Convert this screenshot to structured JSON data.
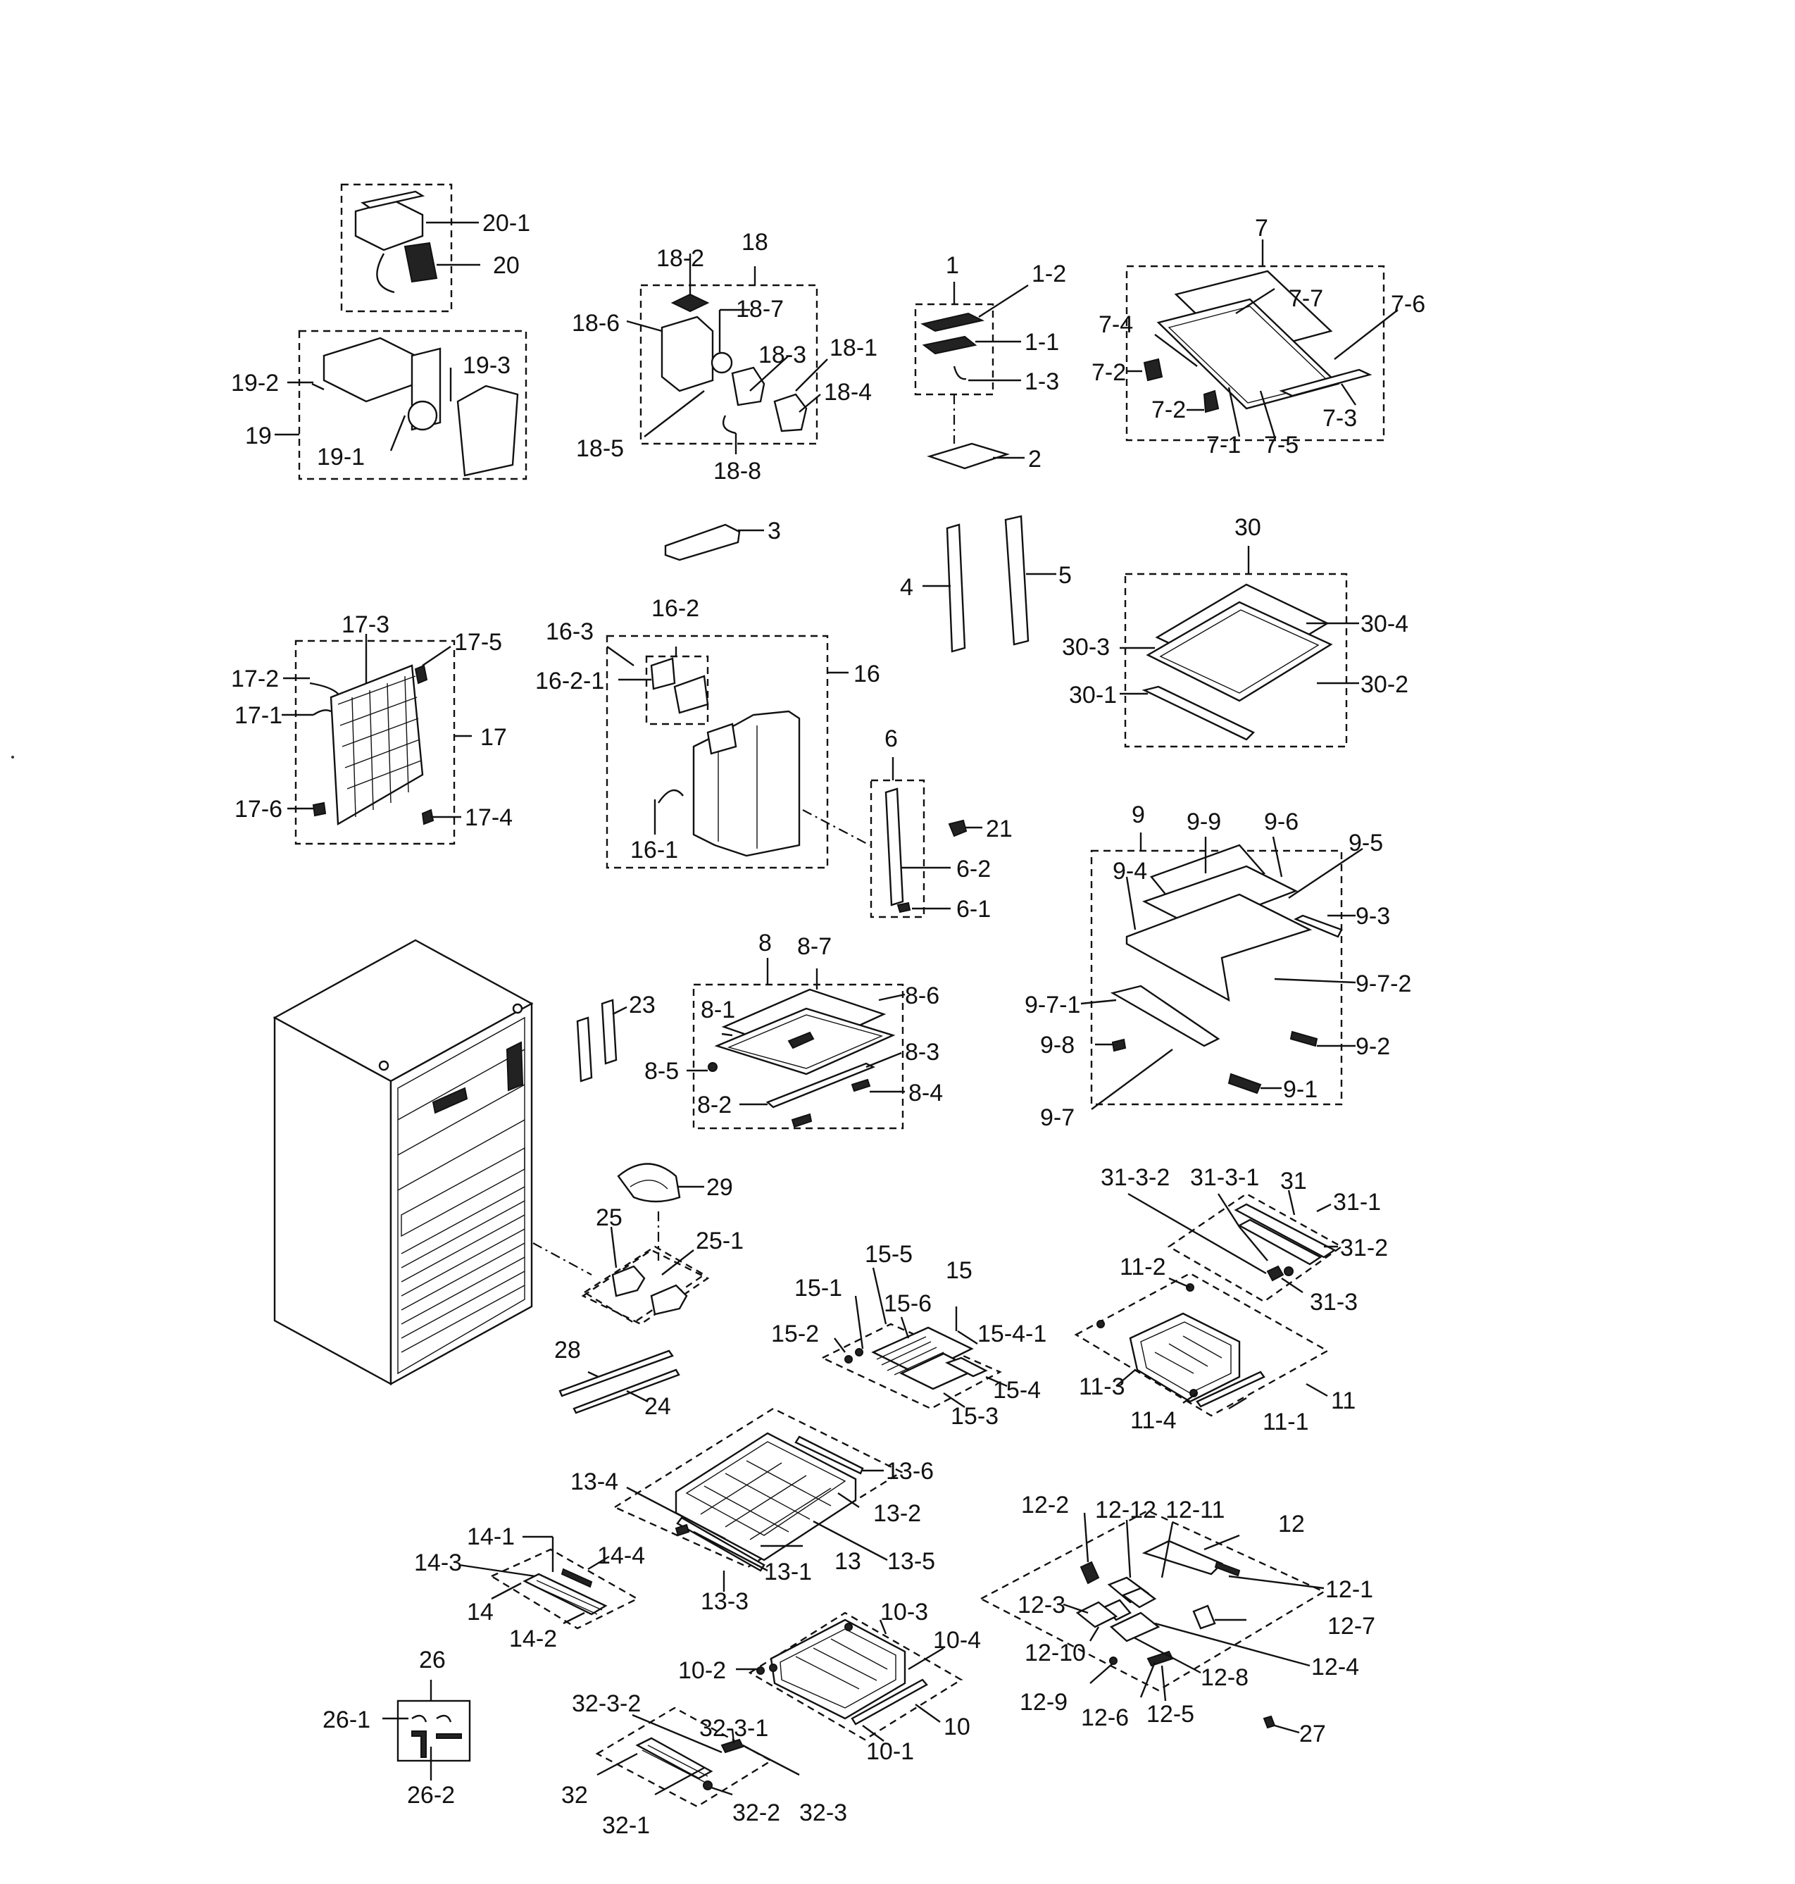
{
  "labels": {
    "l_20_1": "20-1",
    "l_20": "20",
    "l_19_2": "19-2",
    "l_19_3": "19-3",
    "l_19": "19",
    "l_19_1": "19-1",
    "l_18_2": "18-2",
    "l_18": "18",
    "l_18_6": "18-6",
    "l_18_7": "18-7",
    "l_18_3": "18-3",
    "l_18_1": "18-1",
    "l_18_4": "18-4",
    "l_18_5": "18-5",
    "l_18_8": "18-8",
    "l_1": "1",
    "l_1_2": "1-2",
    "l_1_1": "1-1",
    "l_1_3": "1-3",
    "l_2": "2",
    "l_7": "7",
    "l_7_7": "7-7",
    "l_7_6": "7-6",
    "l_7_4": "7-4",
    "l_7_2a": "7-2",
    "l_7_2b": "7-2",
    "l_7_3": "7-3",
    "l_7_1": "7-1",
    "l_7_5": "7-5",
    "l_3": "3",
    "l_4": "4",
    "l_5": "5",
    "l_30": "30",
    "l_30_4": "30-4",
    "l_30_3": "30-3",
    "l_30_2": "30-2",
    "l_30_1": "30-1",
    "l_17_3": "17-3",
    "l_17_5": "17-5",
    "l_17_2": "17-2",
    "l_17_1": "17-1",
    "l_17": "17",
    "l_17_6": "17-6",
    "l_17_4": "17-4",
    "l_16_3": "16-3",
    "l_16_2": "16-2",
    "l_16_2_1": "16-2-1",
    "l_16": "16",
    "l_16_1": "16-1",
    "l_6": "6",
    "l_21": "21",
    "l_6_2": "6-2",
    "l_6_1": "6-1",
    "l_9": "9",
    "l_9_9": "9-9",
    "l_9_6": "9-6",
    "l_9_5": "9-5",
    "l_9_4": "9-4",
    "l_9_3": "9-3",
    "l_9_7_2": "9-7-2",
    "l_9_7_1": "9-7-1",
    "l_9_8": "9-8",
    "l_9_2": "9-2",
    "l_9_1": "9-1",
    "l_9_7": "9-7",
    "l_8": "8",
    "l_8_7": "8-7",
    "l_8_6": "8-6",
    "l_8_1": "8-1",
    "l_8_3": "8-3",
    "l_8_5": "8-5",
    "l_8_4": "8-4",
    "l_8_2": "8-2",
    "l_23": "23",
    "l_29": "29",
    "l_25": "25",
    "l_25_1": "25-1",
    "l_31_3_2": "31-3-2",
    "l_31_3_1": "31-3-1",
    "l_31": "31",
    "l_31_1": "31-1",
    "l_31_2": "31-2",
    "l_31_3": "31-3",
    "l_11_2": "11-2",
    "l_11_3": "11-3",
    "l_11_4": "11-4",
    "l_11_1": "11-1",
    "l_11": "11",
    "l_15_5": "15-5",
    "l_15": "15",
    "l_15_1": "15-1",
    "l_15_6": "15-6",
    "l_15_4_1": "15-4-1",
    "l_15_2": "15-2",
    "l_15_4": "15-4",
    "l_15_3": "15-3",
    "l_28": "28",
    "l_24": "24",
    "l_13_6": "13-6",
    "l_13_4": "13-4",
    "l_13_2": "13-2",
    "l_13": "13",
    "l_13_5": "13-5",
    "l_13_1": "13-1",
    "l_13_3": "13-3",
    "l_14_1": "14-1",
    "l_14_3": "14-3",
    "l_14_4": "14-4",
    "l_14": "14",
    "l_14_2": "14-2",
    "l_12_2": "12-2",
    "l_12_12": "12-12",
    "l_12_11": "12-11",
    "l_12": "12",
    "l_12_1": "12-1",
    "l_12_3": "12-3",
    "l_12_7": "12-7",
    "l_12_10": "12-10",
    "l_12_4": "12-4",
    "l_12_9": "12-9",
    "l_12_8": "12-8",
    "l_12_6": "12-6",
    "l_12_5": "12-5",
    "l_27": "27",
    "l_10_3": "10-3",
    "l_10_4": "10-4",
    "l_10_2": "10-2",
    "l_10": "10",
    "l_10_1": "10-1",
    "l_26": "26",
    "l_26_1": "26-1",
    "l_26_2": "26-2",
    "l_32_3_2": "32-3-2",
    "l_32_3_1": "32-3-1",
    "l_32": "32",
    "l_32_1": "32-1",
    "l_32_2": "32-2",
    "l_32_3": "32-3"
  }
}
